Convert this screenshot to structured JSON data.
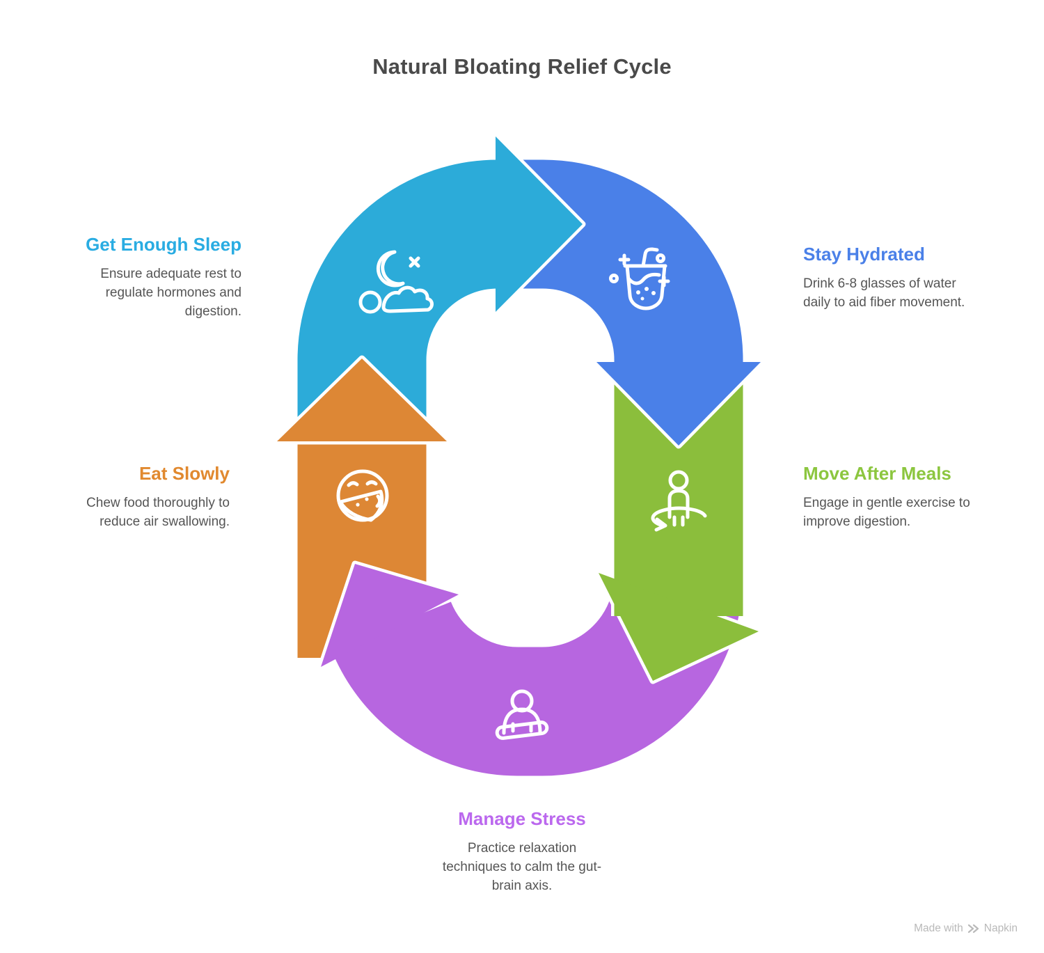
{
  "title": "Natural Bloating Relief Cycle",
  "steps": [
    {
      "id": "sleep",
      "label": "Get Enough Sleep",
      "description": "Ensure adequate rest to regulate hormones and digestion.",
      "arrow_color": "#2CABD9",
      "label_color": "#29ACE2",
      "icon": "moon-and-sleeping-person",
      "position": "top-left"
    },
    {
      "id": "hydrate",
      "label": "Stay Hydrated",
      "description": "Drink 6-8 glasses of water daily to aid fiber movement.",
      "arrow_color": "#4A80E8",
      "label_color": "#4A80E8",
      "icon": "drink-cup-with-straw",
      "position": "top-right"
    },
    {
      "id": "move",
      "label": "Move After Meals",
      "description": "Engage in gentle exercise to improve digestion.",
      "arrow_color": "#8BBE3C",
      "label_color": "#8CC63F",
      "icon": "person-turning-arrow",
      "position": "right"
    },
    {
      "id": "stress",
      "label": "Manage Stress",
      "description": "Practice relaxation techniques to calm the gut-brain axis.",
      "arrow_color": "#B766E0",
      "label_color": "#BB68EE",
      "icon": "meditating-person",
      "position": "bottom"
    },
    {
      "id": "eat",
      "label": "Eat Slowly",
      "description": "Chew food thoroughly to reduce air swallowing.",
      "arrow_color": "#DD8735",
      "label_color": "#E1892F",
      "icon": "face-eating-watermelon",
      "position": "left"
    }
  ],
  "watermark": {
    "text": "Made with",
    "brand": "Napkin"
  }
}
